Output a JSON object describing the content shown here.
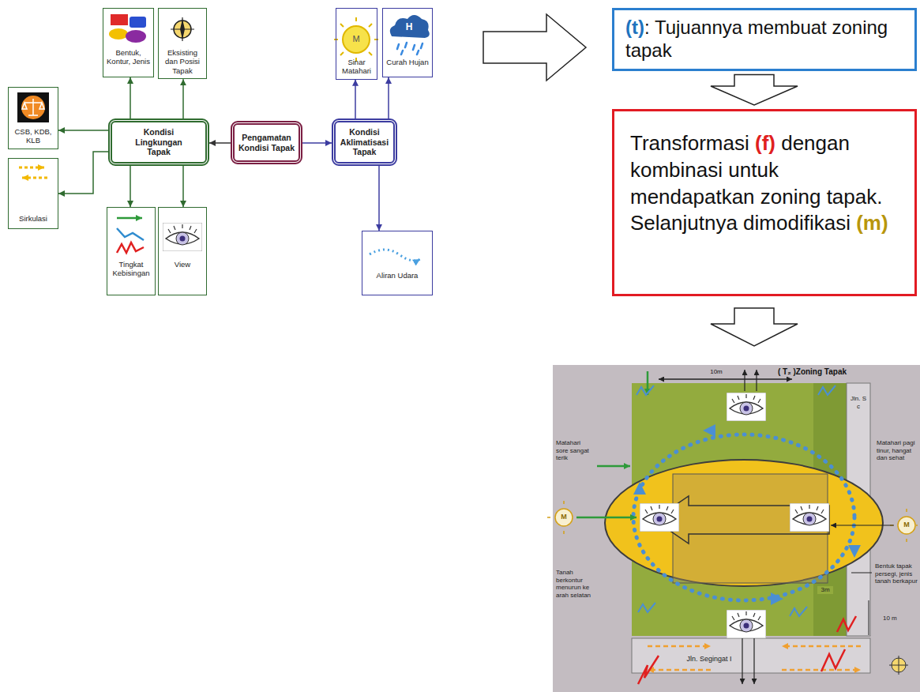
{
  "diagram": {
    "nodes": [
      {
        "text": [
          "Bentuk, Kontur, Jenis"
        ]
      },
      {
        "text": [
          "Eksisting dan Posisi Tapak"
        ]
      },
      {
        "text": [
          "Sinar Matahari"
        ]
      },
      {
        "text": [
          "Curah Hujan"
        ]
      },
      {
        "text": [
          "(t): Tujuannya membuat zoning tapak"
        ]
      },
      {
        "text": [
          "CSB, KDB, KLB"
        ]
      },
      {
        "text": [
          "Kondisi Lingkungan Tapak"
        ]
      },
      {
        "text": [
          "Pengamatan Kondisi Tapak"
        ]
      },
      {
        "text": [
          "Kondisi Aklimatisasi Tapak"
        ]
      },
      {
        "text": [
          "Transformasi (f) dengan kombinasi untuk mendapatkan zoning tapak. Selanjutnya dimodifikasi (m)"
        ]
      },
      {
        "text": [
          "Sirkulasi"
        ]
      },
      {
        "text": [
          "Tingkat Kebisingan"
        ]
      },
      {
        "text": [
          "View"
        ]
      },
      {
        "text": [
          "Aliran Udara"
        ]
      }
    ],
    "edges": [
      {
        "from": 7,
        "to": 6,
        "arrow": "to"
      },
      {
        "from": 7,
        "to": 8,
        "arrow": "to"
      },
      {
        "from": 6,
        "to": 0,
        "arrow": "to"
      },
      {
        "from": 6,
        "to": 1,
        "arrow": "to"
      },
      {
        "from": 6,
        "to": 5,
        "arrow": "to"
      },
      {
        "from": 6,
        "to": 10,
        "arrow": "to"
      },
      {
        "from": 6,
        "to": 11,
        "arrow": "to"
      },
      {
        "from": 6,
        "to": 12,
        "arrow": "to"
      },
      {
        "from": 8,
        "to": 2,
        "arrow": "to"
      },
      {
        "from": 8,
        "to": 3,
        "arrow": "to"
      },
      {
        "from": 8,
        "to": 13,
        "arrow": "to"
      },
      {
        "from": 4,
        "to": 9,
        "arrow": "to"
      }
    ],
    "labels": [
      "M",
      "H",
      "( T₂ )Zoning Tapak",
      "10m",
      "Matahari sore sangat terik",
      "Matahari pagi tinur, hangat dan sehat",
      "Jln. S c",
      "M",
      "M",
      "3m",
      "Tanah berkontur menurun ke arah selatan",
      "Bentuk tapak persegi, jenis tanah berkapur",
      "10 m",
      "Jln. Segingat I"
    ]
  }
}
